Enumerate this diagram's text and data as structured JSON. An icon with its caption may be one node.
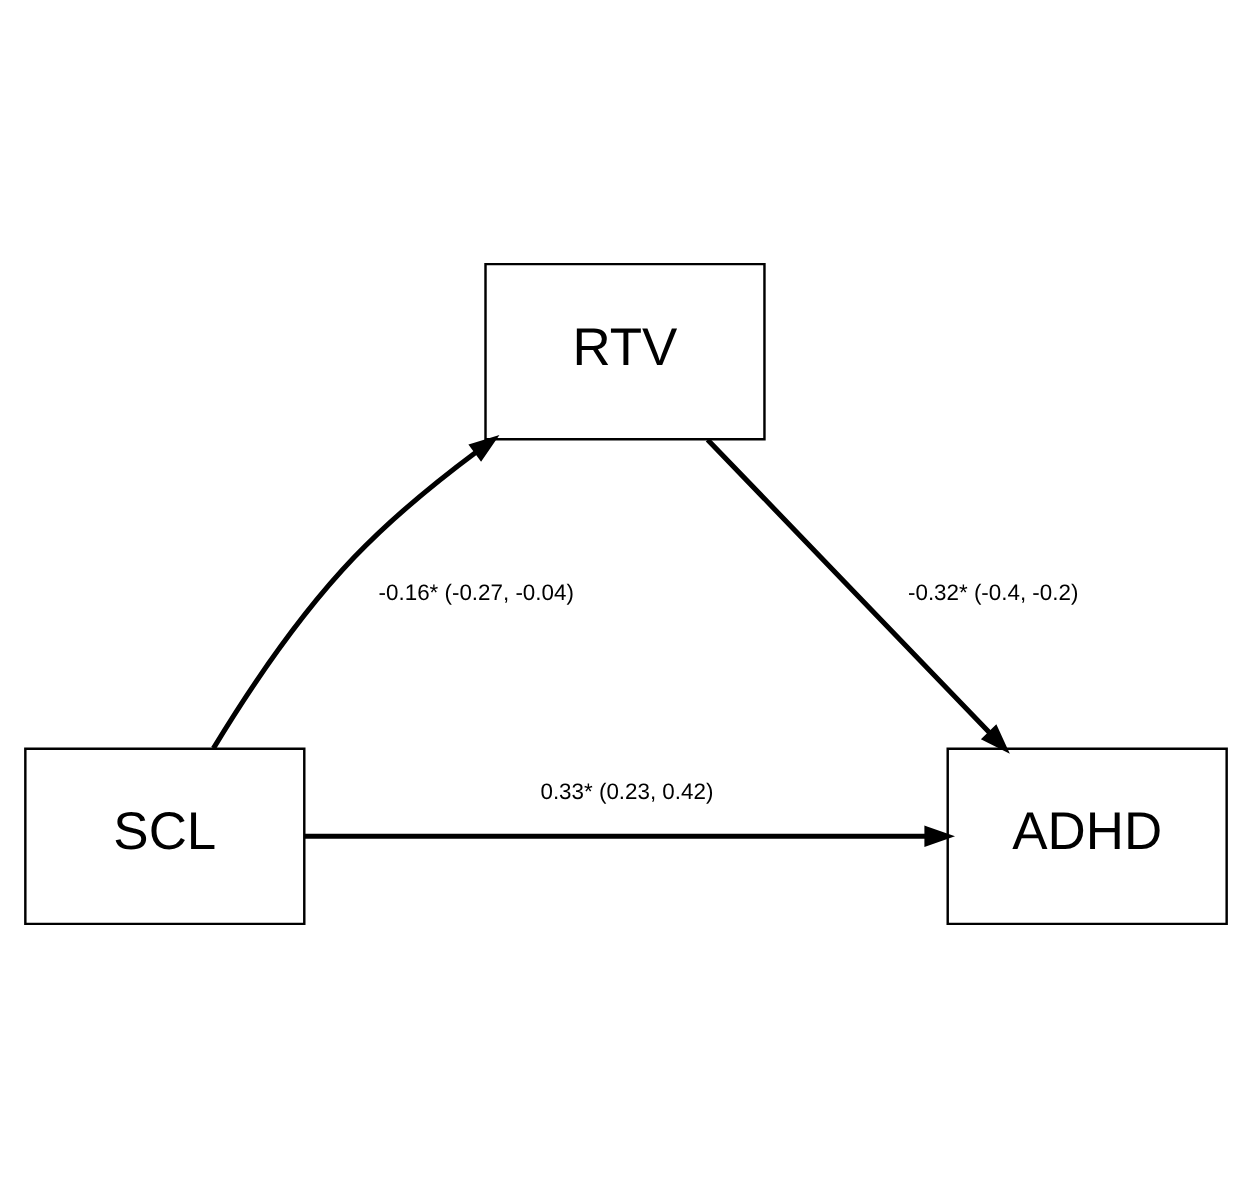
{
  "diagram": {
    "nodes": [
      {
        "text": [
          "RTV"
        ]
      },
      {
        "text": [
          "SCL"
        ]
      },
      {
        "text": [
          "ADHD"
        ]
      }
    ],
    "edges": [
      {
        "from": 1,
        "to": 0,
        "arrow": "to",
        "label": "-0.16* (-0.27, -0.04)"
      },
      {
        "from": 0,
        "to": 2,
        "arrow": "to",
        "label": "-0.32* (-0.4, -0.2)"
      },
      {
        "from": 1,
        "to": 2,
        "arrow": "to",
        "label": "0.33* (0.23, 0.42)"
      }
    ]
  }
}
